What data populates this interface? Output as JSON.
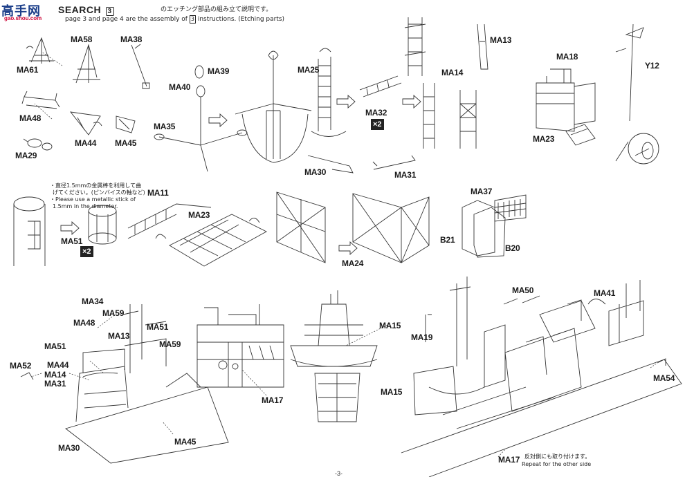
{
  "header": {
    "title": "SEARCH",
    "title_suffix": "3",
    "line1_jp": "のエッチング部品の組み立て説明です。",
    "line2_en": "page 3 and page 4 are the assembly of",
    "line2_num": "3",
    "line2_tail": "instructions. (Etching parts)"
  },
  "watermark": {
    "chars": "高手网",
    "site": "gao.shou.com"
  },
  "notes": {
    "ma51_jp_1": "・直径1.5mmの金属棒を利用して曲",
    "ma51_jp_2": "げてください。(ピンバイスの軸など)",
    "ma51_en_1": "・Please use a metallic stick of",
    "ma51_en_2": "1.5mm in the diameter.",
    "repeat_jp": "反対側にも取り付けます。",
    "repeat_en": "Repeat for the other side"
  },
  "badges": {
    "ma32": "×2",
    "ma51": "×2"
  },
  "labels": {
    "MA61": "MA61",
    "MA58": "MA58",
    "MA38": "MA38",
    "MA48": "MA48",
    "MA44": "MA44",
    "MA45": "MA45",
    "MA29": "MA29",
    "MA40": "MA40",
    "MA39": "MA39",
    "MA35": "MA35",
    "MA25": "MA25",
    "MA32": "MA32",
    "MA30": "MA30",
    "MA31": "MA31",
    "MA14": "MA14",
    "MA13": "MA13",
    "MA18": "MA18",
    "MA23": "MA23",
    "Y12": "Y12",
    "MA51b": "MA51",
    "MA11": "MA11",
    "MA23b": "MA23",
    "MA24": "MA24",
    "MA37": "MA37",
    "B21": "B21",
    "B20": "B20",
    "s1_MA34": "MA34",
    "s1_MA48": "MA48",
    "s1_MA59": "MA59",
    "s1_MA51": "MA51",
    "s1_MA13": "MA13",
    "s1_MA51b": "MA51",
    "s1_MA59b": "MA59",
    "s1_MA44": "MA44",
    "s1_MA14": "MA14",
    "s1_MA31": "MA31",
    "s1_MA52": "MA52",
    "s1_MA30": "MA30",
    "s1_MA45": "MA45",
    "s2_MA17": "MA17",
    "s3_MA15": "MA15",
    "s4_MA50": "MA50",
    "s4_MA41": "MA41",
    "s4_MA19": "MA19",
    "s4_MA15": "MA15",
    "s4_MA54": "MA54",
    "s4_MA17": "MA17"
  },
  "page_number": "-3-"
}
